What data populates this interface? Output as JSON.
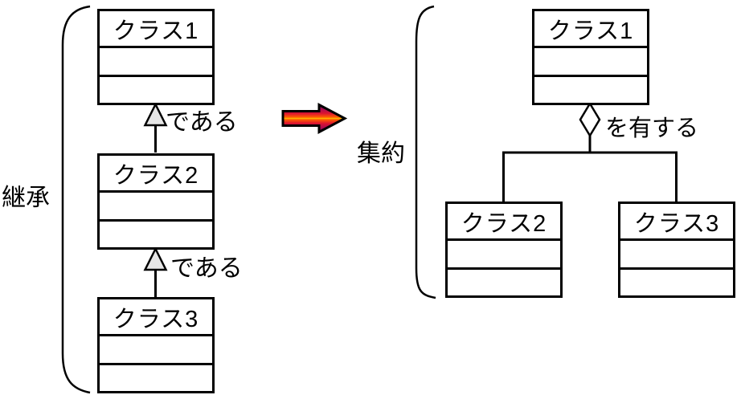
{
  "left_section": {
    "label": "継承",
    "classes": [
      "クラス1",
      "クラス2",
      "クラス3"
    ],
    "relation_labels": [
      "である",
      "である"
    ]
  },
  "right_section": {
    "label": "集約",
    "parent_class": "クラス1",
    "child_classes": [
      "クラス2",
      "クラス3"
    ],
    "relation_label": "を有する"
  },
  "transform": {
    "arrow_outline": "#000000",
    "arrow_gradient": [
      "#6b0a6e",
      "#aa0b50",
      "#dd1430",
      "#ff5f00",
      "#ffc000"
    ]
  },
  "colors": {
    "line": "#000000",
    "box_fill": "#ffffff",
    "triangle_fill": "#e6e6e6",
    "diamond_fill": "#ffffff"
  }
}
